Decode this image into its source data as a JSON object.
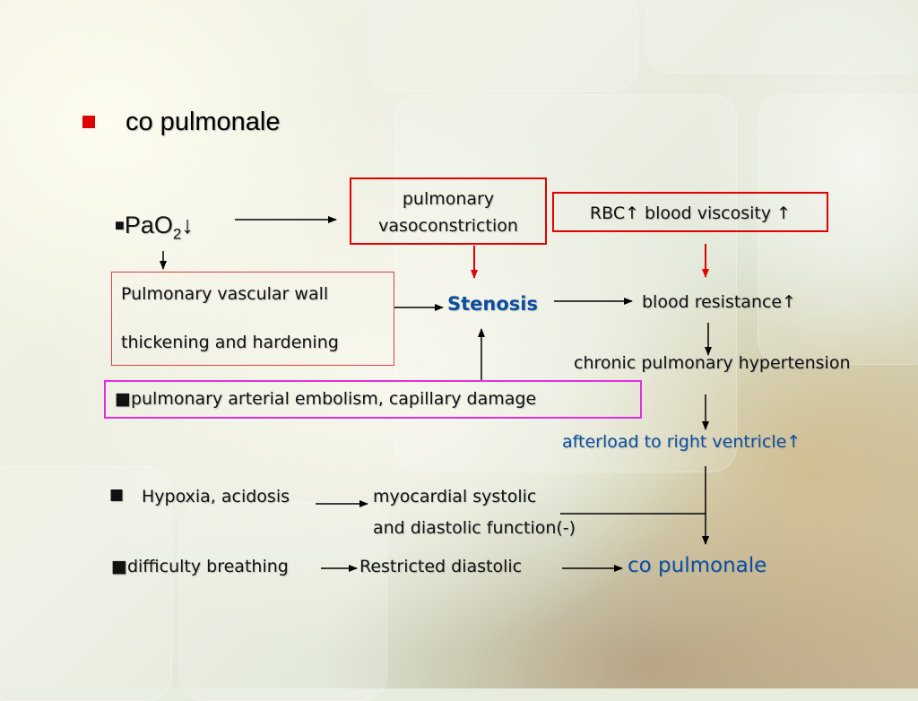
{
  "slide": {
    "title": "co pulmonale",
    "pao2": {
      "bullet": "■",
      "label": "PaO",
      "subscript": "2",
      "arrow": "↓"
    },
    "pulmonary_vasoconstriction": {
      "line1": "pulmonary",
      "line2": "vasoconstriction"
    },
    "rbc_box": "RBC↑ blood viscosity ↑",
    "vascular_wall": {
      "line1": "Pulmonary vascular wall",
      "line2": "thickening and hardening"
    },
    "stenosis": "Stenosis",
    "blood_resistance": "blood resistance↑",
    "chronic_hypertension": "chronic pulmonary hypertension",
    "embolism": "■pulmonary arterial embolism, capillary damage",
    "afterload": "afterload to right ventricle↑",
    "hypoxia_bullet": "■",
    "hypoxia": "Hypoxia, acidosis",
    "myocardial": {
      "line1": "myocardial systolic",
      "line2": "and diastolic function(-)"
    },
    "difficulty_breathing": "■difficulty breathing",
    "restricted_diastolic": "Restricted diastolic",
    "result": "co pulmonale"
  },
  "colors": {
    "title_bullet": "#e00000",
    "red_arrow": "#e00000",
    "box_red": "#e20000",
    "box_magenta": "#e030e0",
    "accent_blue": "#0b4f9f"
  }
}
